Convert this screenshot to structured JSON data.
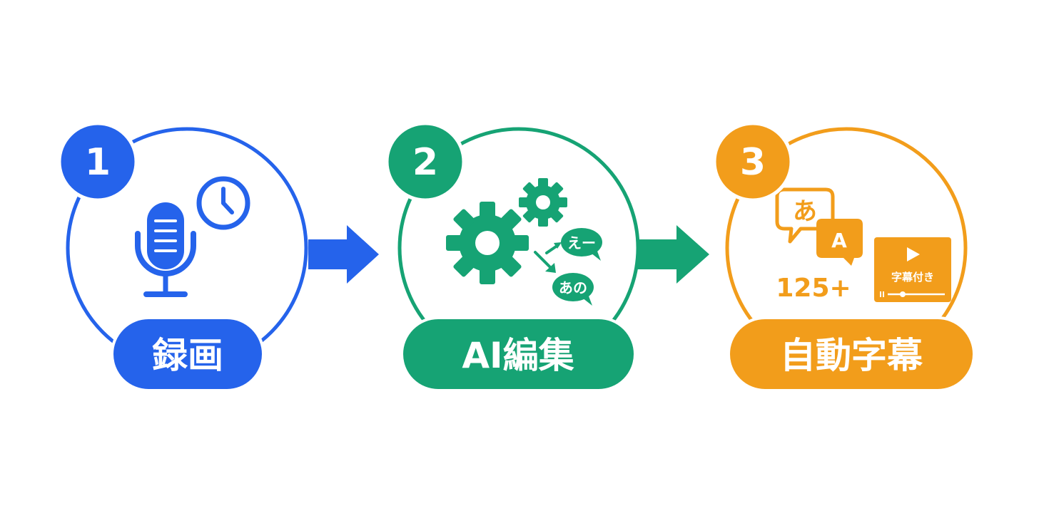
{
  "colors": {
    "step1": "#2563eb",
    "step2": "#16a374",
    "step3": "#f29d1b",
    "background": "#ffffff",
    "white": "#ffffff"
  },
  "steps": [
    {
      "number": "1",
      "label": "録画",
      "icons": [
        "microphone-icon",
        "clock-icon"
      ]
    },
    {
      "number": "2",
      "label": "AI編集",
      "icons": [
        "gear-icon",
        "speech-bubble-icon"
      ],
      "bubbles": [
        "えー",
        "あの"
      ]
    },
    {
      "number": "3",
      "label": "自動字幕",
      "icons": [
        "speech-bubble-icon",
        "video-player-icon"
      ],
      "bubble_ja": "あ",
      "bubble_en": "A",
      "language_count": "125+",
      "video_badge": "字幕付き"
    }
  ]
}
